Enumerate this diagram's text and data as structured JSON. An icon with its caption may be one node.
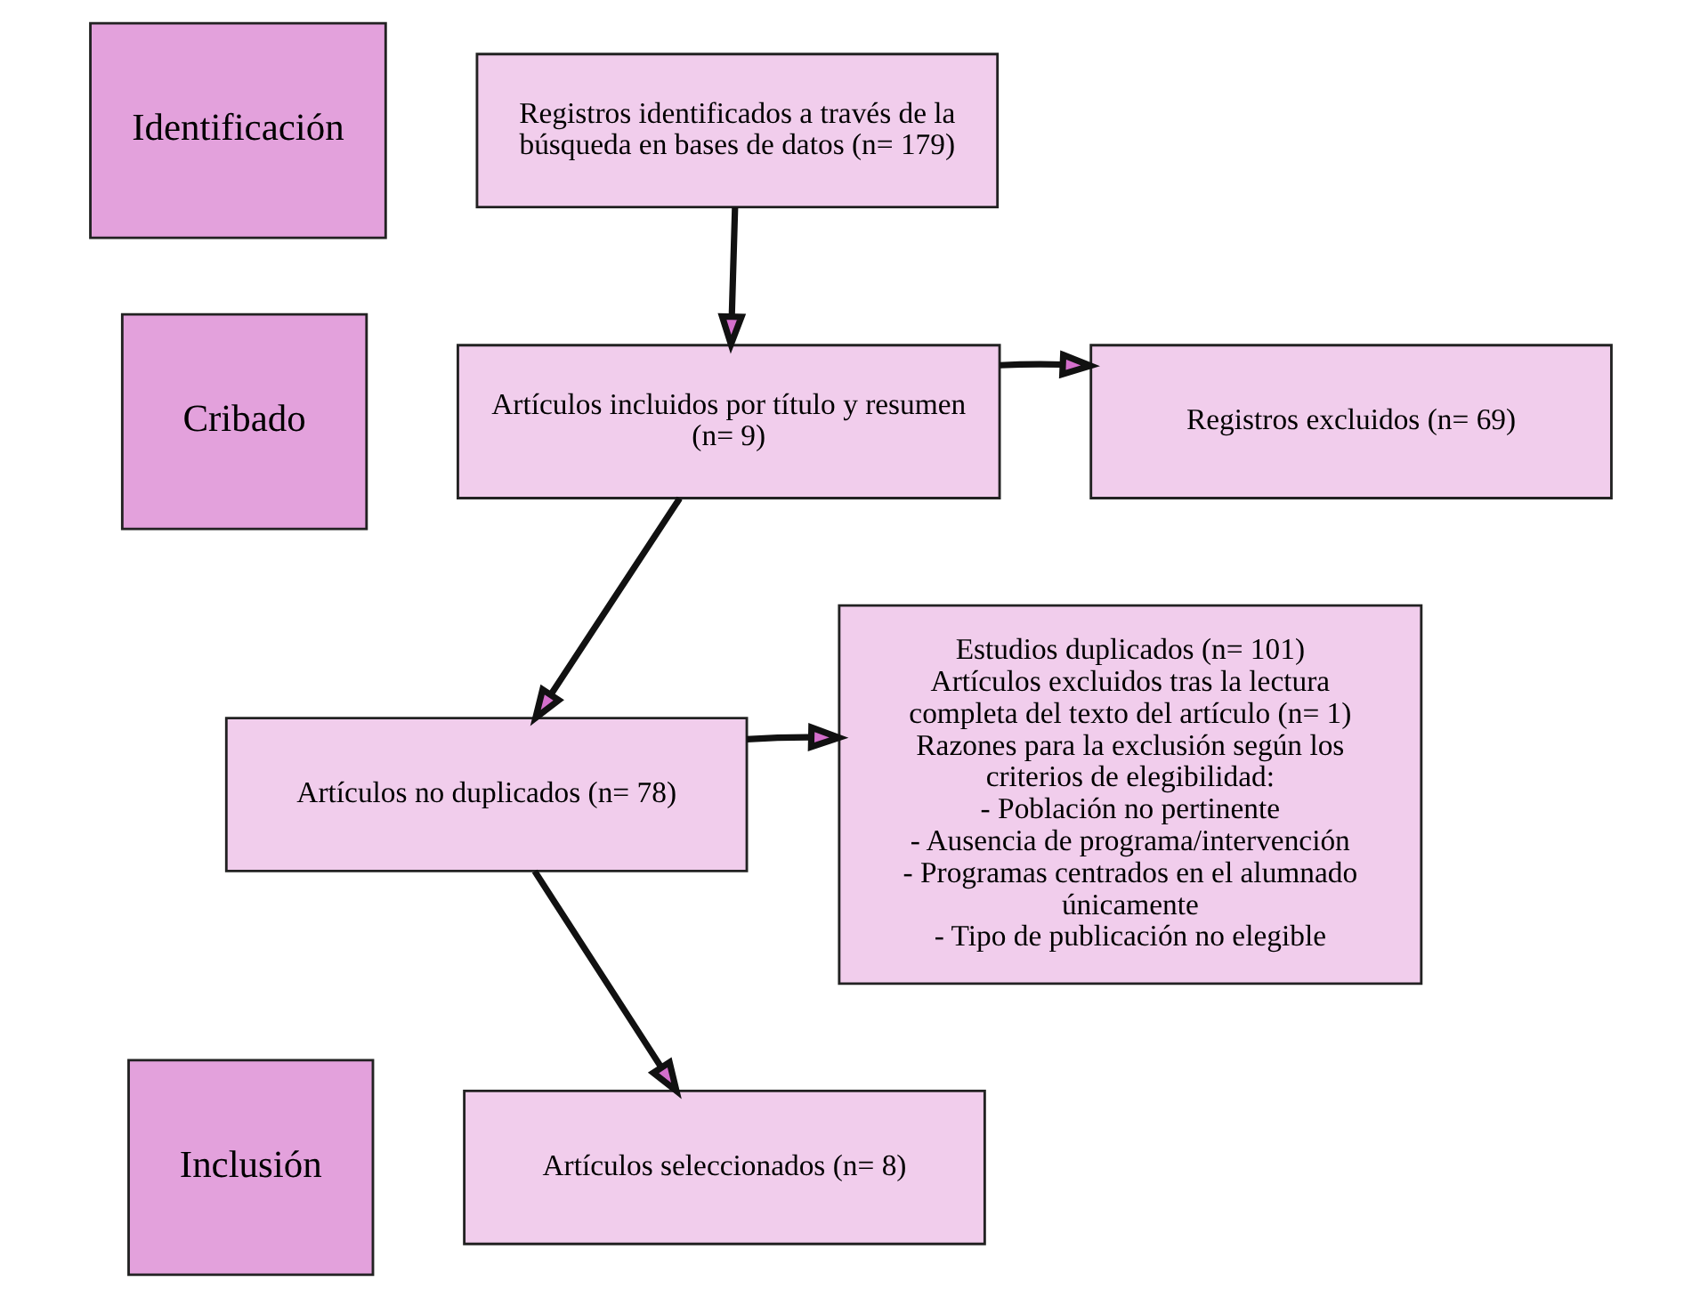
{
  "diagram": {
    "nodes": [
      {
        "text": [
          "Identificación"
        ]
      },
      {
        "text": [
          "Registros identificados a través de la búsqueda en bases de datos (n= 179)"
        ]
      },
      {
        "text": [
          "Cribado"
        ]
      },
      {
        "text": [
          "Artículos incluidos por título y resumen (n= 9)"
        ]
      },
      {
        "text": [
          "Registros excluidos (n= 69)"
        ]
      },
      {
        "text": [
          "Artículos no duplicados (n= 78)"
        ]
      },
      {
        "text": [
          "Estudios duplicados (n= 101)",
          "Artículos excluidos tras la lectura completa del texto del artículo (n= 1)",
          "Razones para la exclusión según los criterios de elegibilidad:",
          "- Población no pertinente",
          "- Ausencia de programa/intervención",
          "- Programas centrados en el alumnado únicamente",
          "- Tipo de publicación no elegible"
        ]
      },
      {
        "text": [
          "Inclusión"
        ]
      },
      {
        "text": [
          "Artículos seleccionados (n= 8)"
        ]
      }
    ],
    "edges": [
      {
        "from": 1,
        "to": 3,
        "arrow": "to"
      },
      {
        "from": 3,
        "to": 4,
        "arrow": "to"
      },
      {
        "from": 3,
        "to": 5,
        "arrow": "to"
      },
      {
        "from": 5,
        "to": 6,
        "arrow": "to"
      },
      {
        "from": 5,
        "to": 8,
        "arrow": "to"
      }
    ]
  }
}
